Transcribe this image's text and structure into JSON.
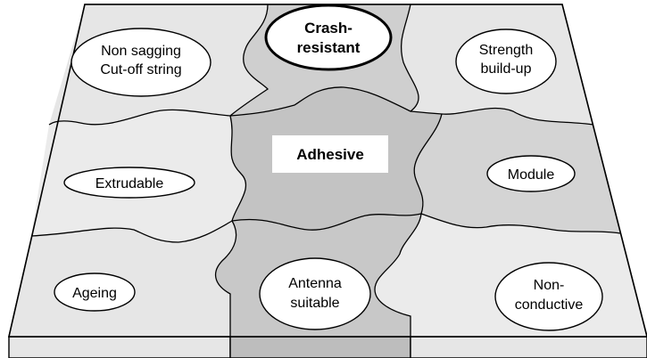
{
  "diagram": {
    "center": {
      "label": "Adhesive"
    },
    "properties": [
      {
        "id": "non-sagging",
        "lines": [
          "Non sagging",
          "Cut-off string"
        ],
        "emphasis": false
      },
      {
        "id": "crash-resistant",
        "lines": [
          "Crash-",
          "resistant"
        ],
        "emphasis": true
      },
      {
        "id": "strength-build-up",
        "lines": [
          "Strength",
          "build-up"
        ],
        "emphasis": false
      },
      {
        "id": "extrudable",
        "lines": [
          "Extrudable"
        ],
        "emphasis": false
      },
      {
        "id": "module",
        "lines": [
          "Module"
        ],
        "emphasis": false
      },
      {
        "id": "ageing",
        "lines": [
          "Ageing"
        ],
        "emphasis": false
      },
      {
        "id": "antenna-suitable",
        "lines": [
          "Antenna",
          "suitable"
        ],
        "emphasis": false
      },
      {
        "id": "non-conductive",
        "lines": [
          "Non-",
          "conductive"
        ],
        "emphasis": false
      }
    ],
    "colors": {
      "light_piece": "#e9e9e9",
      "mid_piece": "#d8d8d8",
      "dark_piece": "#c3c3c3",
      "outline": "#000000",
      "bubble_fill": "#ffffff"
    }
  }
}
